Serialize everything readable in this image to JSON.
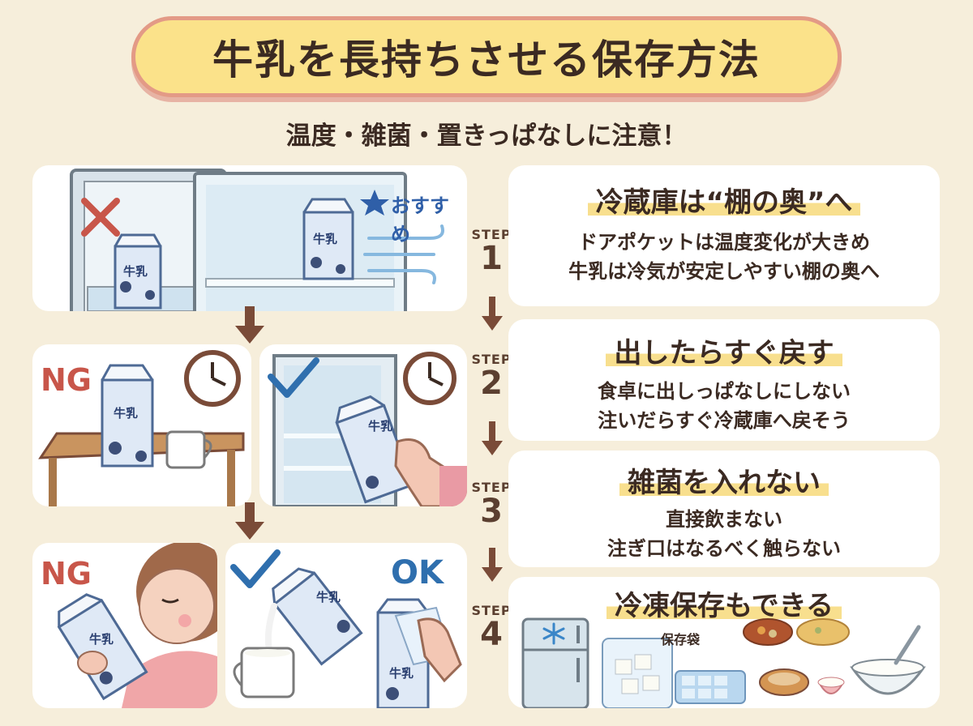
{
  "title": "牛乳を長持ちさせる保存方法",
  "subtitle": "温度・雑菌・置きっぱなしに注意！",
  "step_label": "STEP",
  "steps": [
    {
      "number": "1",
      "heading": "冷蔵庫は“棚の奥”へ",
      "lines": [
        "ドアポケットは温度変化が大きめ",
        "牛乳は冷気が安定しやすい棚の奥へ"
      ]
    },
    {
      "number": "2",
      "heading": "出したらすぐ戻す",
      "lines": [
        "食卓に出しっぱなしにしない",
        "注いだらすぐ冷蔵庫へ戻そう"
      ]
    },
    {
      "number": "3",
      "heading": "雑菌を入れない",
      "lines": [
        "直接飲まない",
        "注ぎ口はなるべく触らない"
      ]
    },
    {
      "number": "4",
      "heading": "冷凍保存もできる",
      "lines": []
    }
  ],
  "illustrations": {
    "recommend_label": "おすすめ",
    "ng_label": "NG",
    "ok_label": "OK",
    "freezer_bag_label": "保存袋",
    "carton_label": "牛乳"
  },
  "colors": {
    "background": "#f6eedb",
    "title_fill": "#fbe28a",
    "title_border": "#e39a86",
    "ng_red": "#c8564a",
    "check_blue": "#2f6fae",
    "arrow_brown": "#7a4b38"
  }
}
